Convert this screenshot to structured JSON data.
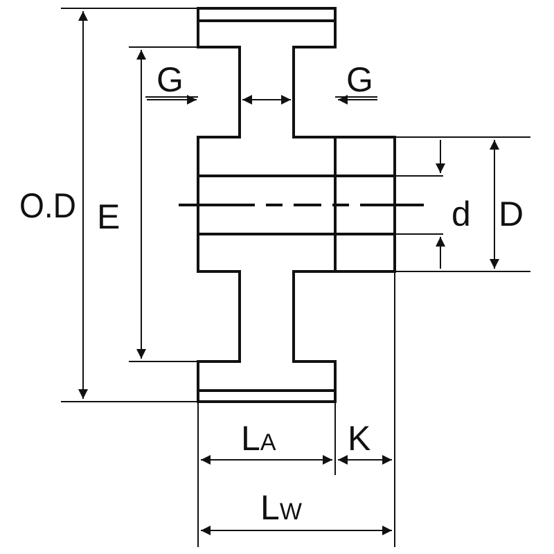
{
  "diagram": {
    "labels": {
      "od": "O.D",
      "e": "E",
      "g_left": "G",
      "g_right": "G",
      "bore": "d",
      "hub": "D",
      "la_main": "L",
      "la_sub": "A",
      "k": "K",
      "lw_main": "L",
      "lw_sub": "W"
    },
    "colors": {
      "line": "#111111",
      "background": "#ffffff"
    }
  }
}
